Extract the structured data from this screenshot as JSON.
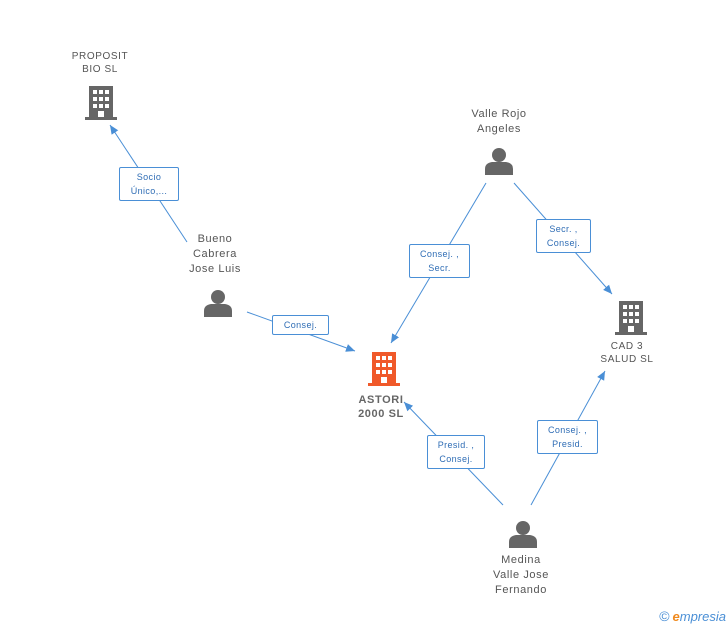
{
  "nodes": {
    "proposit": {
      "label": "PROPOSIT\nBIO SL",
      "icon": "building-icon",
      "color": "#666666"
    },
    "valle_rojo": {
      "label": "Valle Rojo\nAngeles",
      "icon": "person-icon",
      "color": "#666666"
    },
    "bueno": {
      "label": "Bueno\nCabrera\nJose Luis",
      "icon": "person-icon",
      "color": "#666666"
    },
    "cad3": {
      "label": "CAD 3\nSALUD SL",
      "icon": "building-icon",
      "color": "#666666"
    },
    "astori": {
      "label": "ASTORI\n2000  SL",
      "icon": "building-icon",
      "color": "#f0592a"
    },
    "medina": {
      "label": "Medina\nValle Jose\nFernando",
      "icon": "person-icon",
      "color": "#666666"
    }
  },
  "edges": {
    "bueno_proposit": "Socio\nÚnico,...",
    "valle_astori": "Consej. ,\nSecr.",
    "valle_cad3": "Secr. ,\nConsej.",
    "bueno_astori": "Consej.",
    "medina_astori": "Presid. ,\nConsej.",
    "medina_cad3": "Consej. ,\nPresid."
  },
  "footer": {
    "copyright": "©",
    "brand_e": "e",
    "brand_rest": "mpresia"
  },
  "colors": {
    "edge": "#4a8fd6",
    "main_company": "#f0592a",
    "node": "#666666"
  }
}
